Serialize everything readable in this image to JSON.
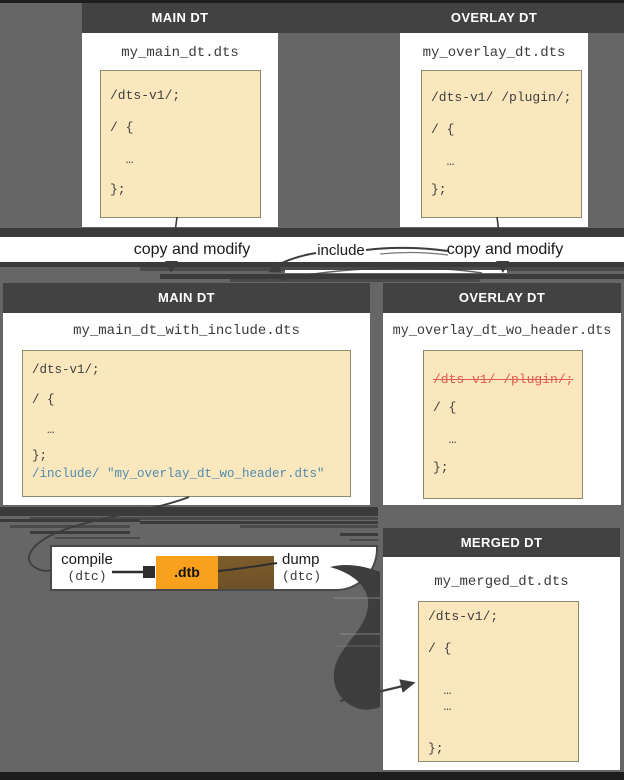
{
  "colors": {
    "background": "#666666",
    "strip": "#1d1d1d",
    "card_header": "#424242",
    "card_body": "#ffffff",
    "code_box": "#fbe7be",
    "code_box_border": "#8b8b6b",
    "code_text": "#3f3f3f",
    "include_blue": "#4e8cb0",
    "strike_red": "#e05d4e",
    "dtb_orange": "#f9a11c",
    "dump_brown": "#7a5c2e",
    "arrow": "#3d3d3d"
  },
  "cards": {
    "main_top": {
      "title": "MAIN DT",
      "filename": "my_main_dt.dts",
      "code": [
        "/dts-v1/;",
        "/ {",
        "  …",
        "};"
      ]
    },
    "overlay_top": {
      "title": "OVERLAY DT",
      "filename": "my_overlay_dt.dts",
      "code": [
        "/dts-v1/ /plugin/;",
        "/ {",
        "  …",
        "};"
      ]
    },
    "main_mid": {
      "title": "MAIN DT",
      "filename": "my_main_dt_with_include.dts",
      "code": [
        "/dts-v1/;",
        "/ {",
        "  …",
        "};",
        "/include/ \"my_overlay_dt_wo_header.dts\""
      ]
    },
    "overlay_mid": {
      "title": "OVERLAY DT",
      "filename": "my_overlay_dt_wo_header.dts",
      "code": [
        "/dts-v1/ /plugin/;",
        "/ {",
        "  …",
        "};"
      ]
    },
    "merged": {
      "title": "MERGED DT",
      "filename": "my_merged_dt.dts",
      "code": [
        "/dts-v1/;",
        "/ {",
        "  …",
        "  …",
        "};"
      ]
    }
  },
  "labels": {
    "copy_and_modify_left": "copy and modify",
    "include": "include",
    "copy_and_modify_right": "copy and modify",
    "compile": "compile",
    "compile_tool": "(dtc)",
    "dtb": ".dtb",
    "dump": "dump",
    "dump_tool": "(dtc)"
  }
}
